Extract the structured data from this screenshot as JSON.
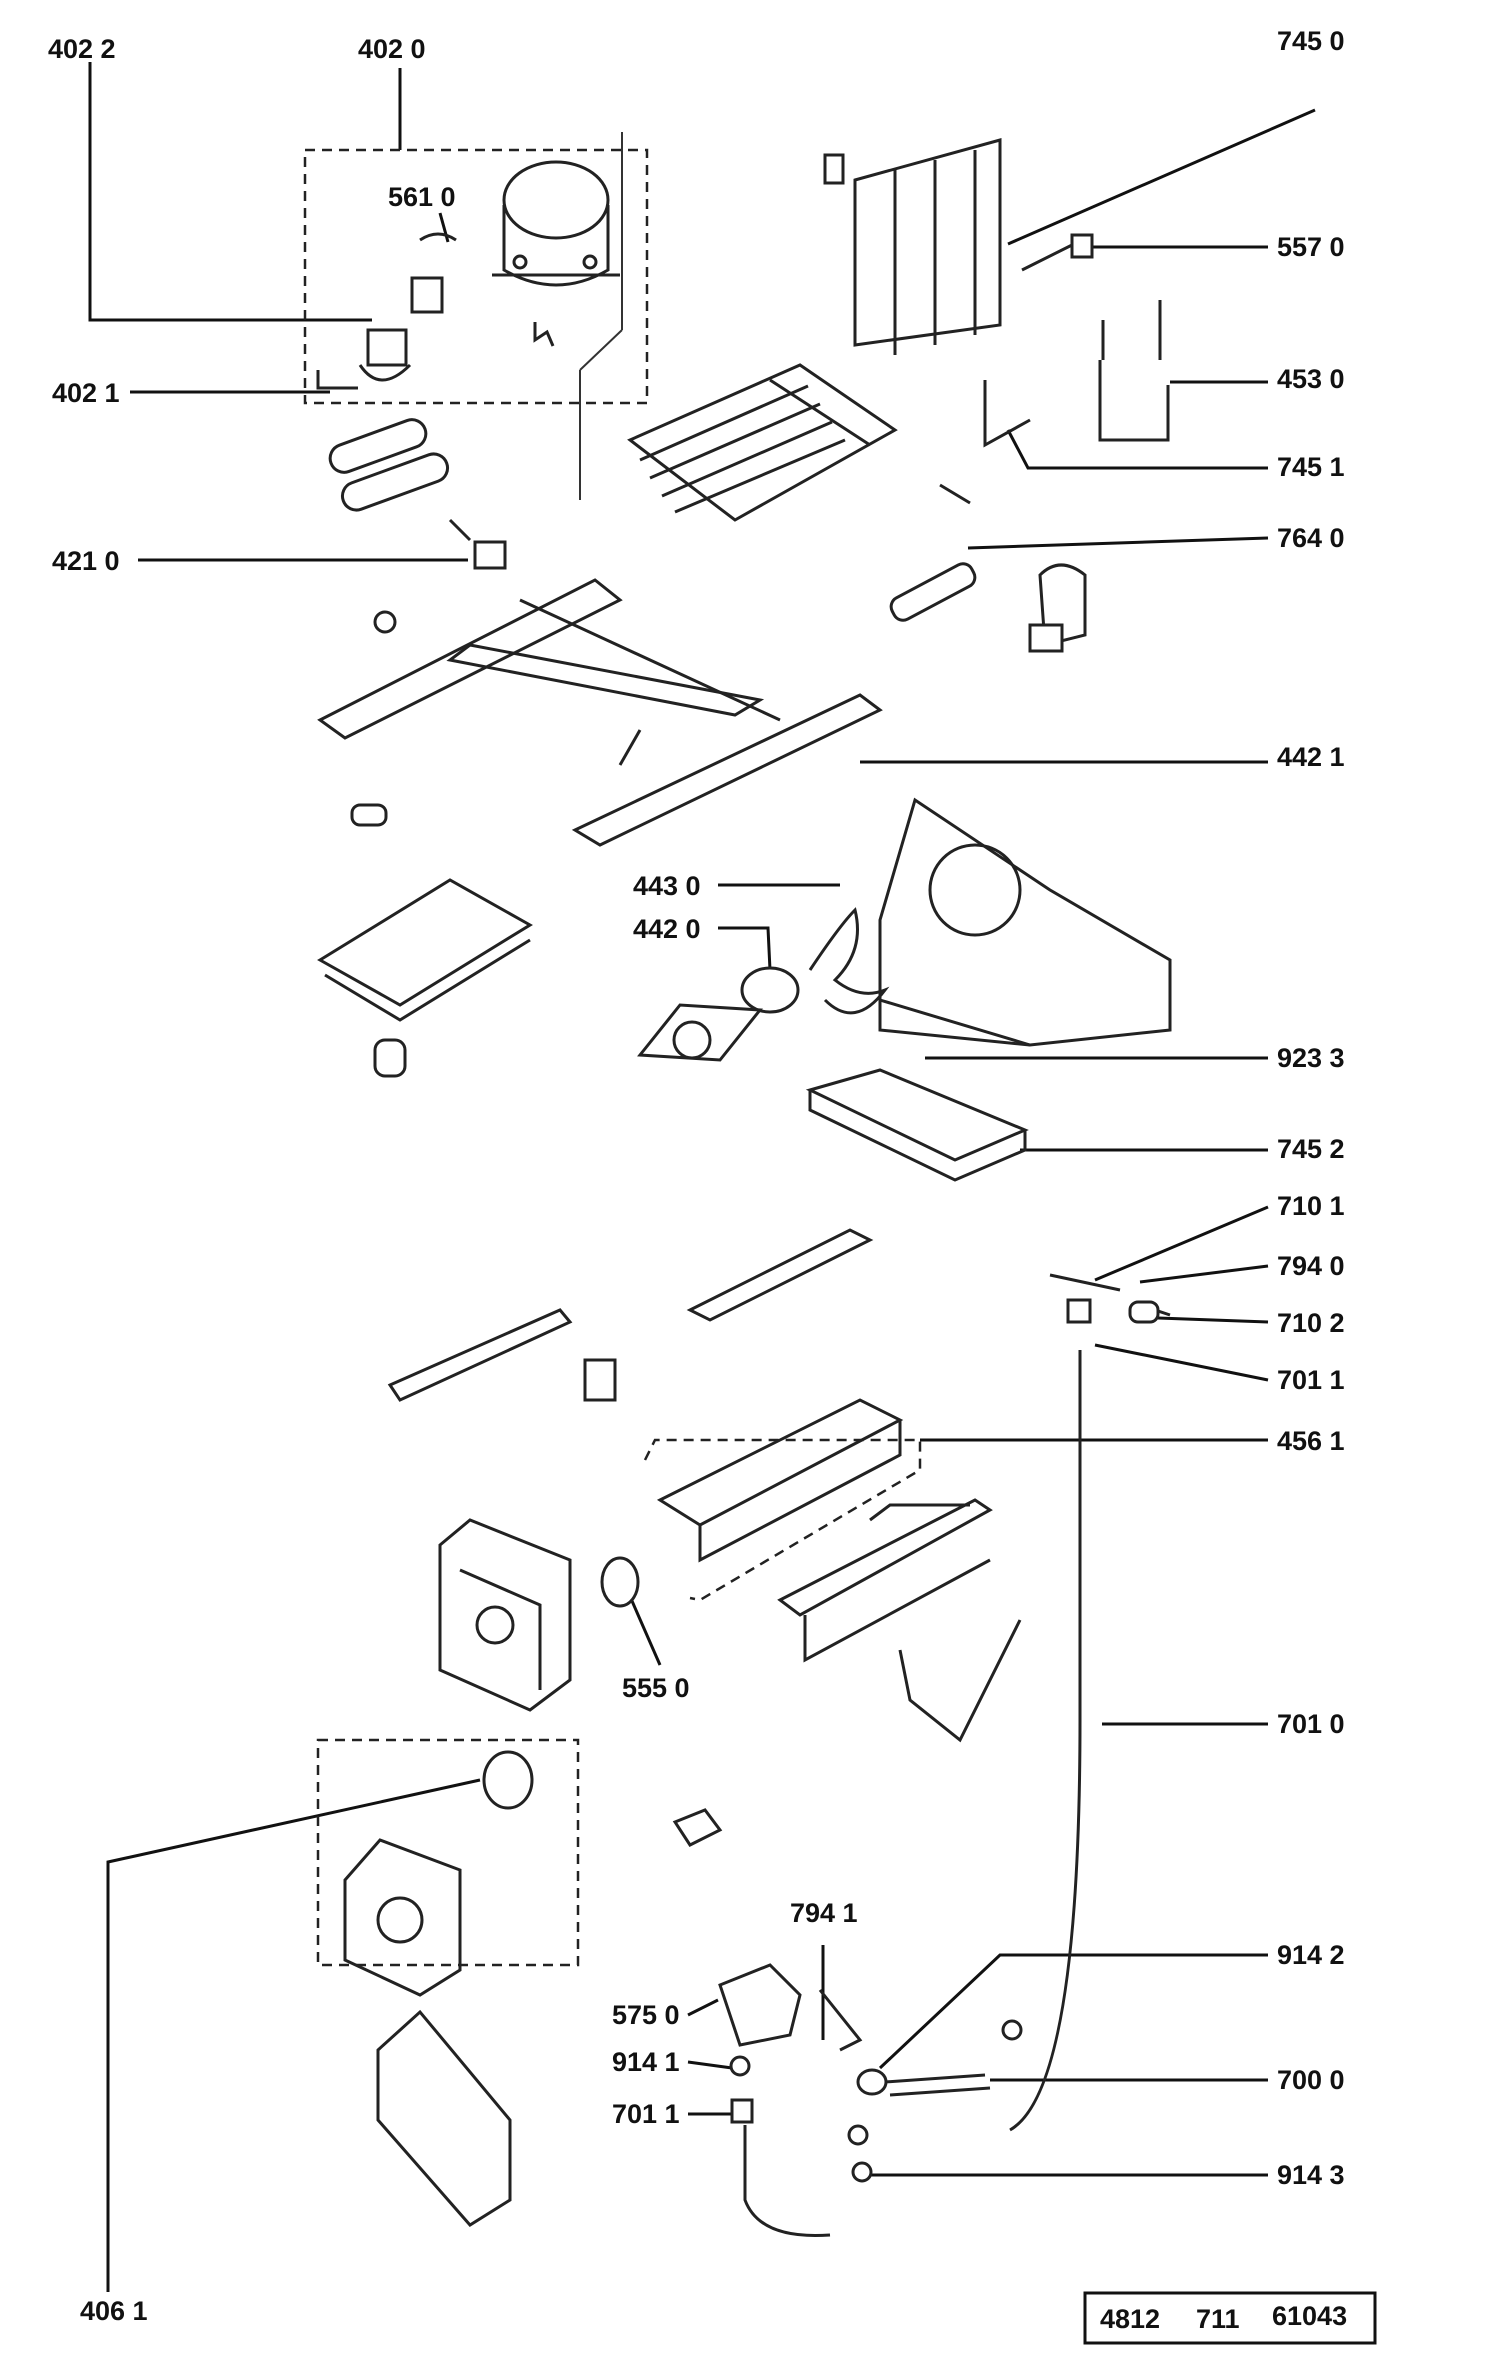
{
  "labels": {
    "l4022": "402 2",
    "l4020": "402 0",
    "l7450": "745 0",
    "l5610": "561 0",
    "l5570": "557 0",
    "l4530": "453 0",
    "l4021": "402 1",
    "l7451": "745 1",
    "l4210": "421 0",
    "l7640": "764 0",
    "l4421": "442 1",
    "l4430": "443 0",
    "l4420": "442 0",
    "l9233": "923 3",
    "l7452": "745 2",
    "l7101": "710 1",
    "l7940": "794 0",
    "l7102": "710 2",
    "l7011": "701 1",
    "l4561": "456 1",
    "l5550": "555 0",
    "l7010": "701  0",
    "l7941": "794 1",
    "l9142": "914 2",
    "l5750": "575 0",
    "l9141": "914 1",
    "l7000": "700 0",
    "l7011b": "701 1",
    "l9143": "914 3",
    "l4061": "406 1"
  },
  "reference": {
    "a": "4812",
    "b": "711",
    "c": "61043"
  }
}
